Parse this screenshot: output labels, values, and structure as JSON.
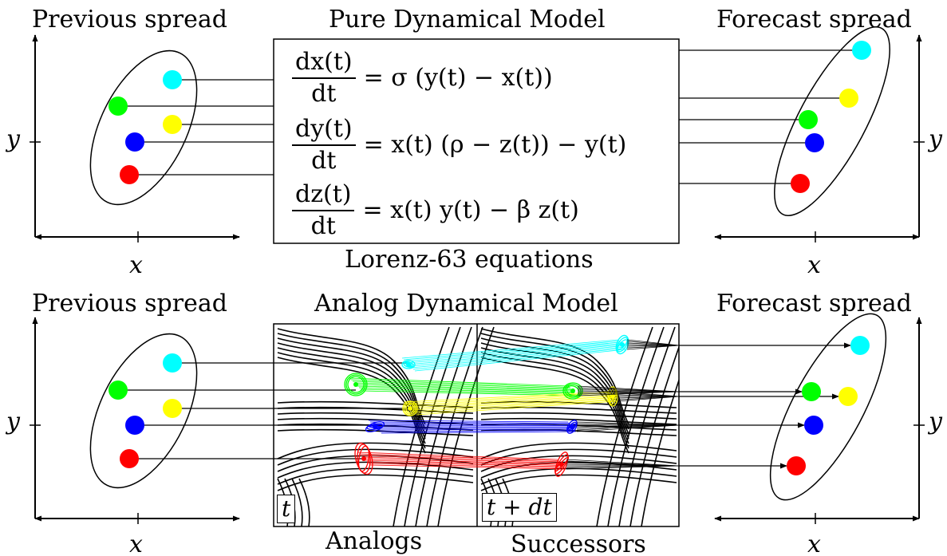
{
  "top_panel": {
    "previous_title": "Previous spread",
    "model_title": "Pure Dynamical Model",
    "forecast_title": "Forecast spread",
    "model_caption": "Lorenz-63 equations",
    "equations": [
      {
        "num": "dx(t)",
        "den": "dt",
        "rhs": "= σ (y(t) − x(t))"
      },
      {
        "num": "dy(t)",
        "den": "dt",
        "rhs": "= x(t) (ρ − z(t)) − y(t)"
      },
      {
        "num": "dz(t)",
        "den": "dt",
        "rhs": "= x(t) y(t) − β z(t)"
      }
    ]
  },
  "bottom_panel": {
    "previous_title": "Previous spread",
    "model_title": "Analog Dynamical Model",
    "forecast_title": "Forecast spread",
    "left_tag": "t",
    "right_tag": "t + dt",
    "left_caption": "Analogs",
    "right_caption": "Successors"
  },
  "axes": {
    "x_label": "x",
    "y_label": "y"
  },
  "ensemble_colors": {
    "cyan": "#00ffff",
    "green": "#00ff00",
    "yellow": "#ffff00",
    "blue": "#0000ff",
    "red": "#ff0000"
  }
}
